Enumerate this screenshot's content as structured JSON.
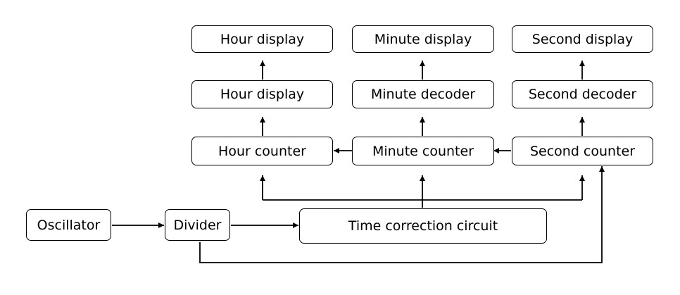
{
  "nodes": {
    "hour_display_top": "Hour display",
    "minute_display": "Minute display",
    "second_display": "Second display",
    "hour_display_mid": "Hour display",
    "minute_decoder": "Minute decoder",
    "second_decoder": "Second decoder",
    "hour_counter": "Hour counter",
    "minute_counter": "Minute counter",
    "second_counter": "Second counter",
    "oscillator": "Oscillator",
    "divider": "Divider",
    "time_correction": "Time correction circuit"
  }
}
